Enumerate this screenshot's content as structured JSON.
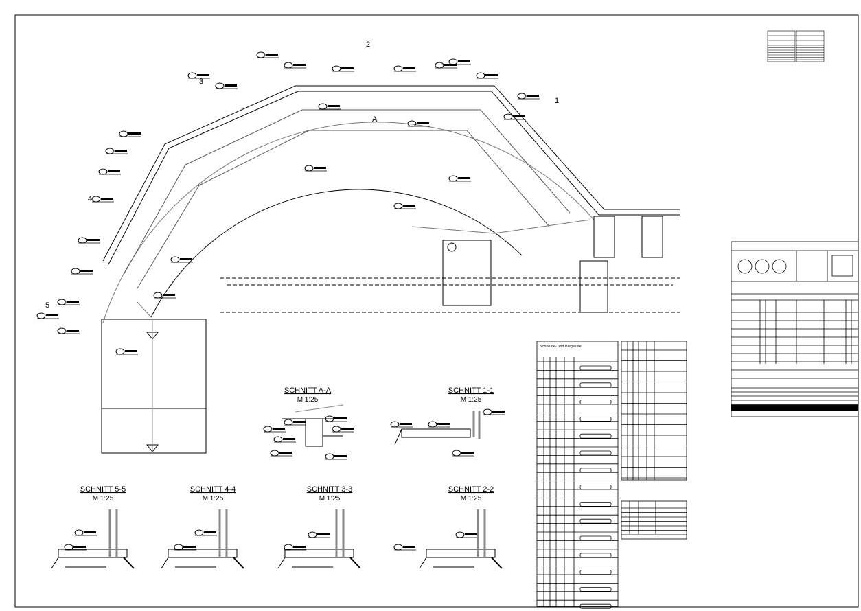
{
  "sheet": {
    "section_markers": [
      "1",
      "2",
      "3",
      "4",
      "5",
      "A"
    ],
    "sections": [
      {
        "id": "A-A",
        "title": "SCHNITT A-A",
        "scale": "M 1:25"
      },
      {
        "id": "1-1",
        "title": "SCHNITT 1-1",
        "scale": "M 1:25"
      },
      {
        "id": "5-5",
        "title": "SCHNITT 5-5",
        "scale": "M 1:25"
      },
      {
        "id": "4-4",
        "title": "SCHNITT 4-4",
        "scale": "M 1:25"
      },
      {
        "id": "3-3",
        "title": "SCHNITT 3-3",
        "scale": "M 1:25"
      },
      {
        "id": "2-2",
        "title": "SCHNITT 2-2",
        "scale": "M 1:25"
      }
    ],
    "bending_schedule_title": "Schneide- und Biegeliste"
  },
  "colors": {
    "line": "#000000",
    "grey": "#808080",
    "paper": "#ffffff"
  }
}
